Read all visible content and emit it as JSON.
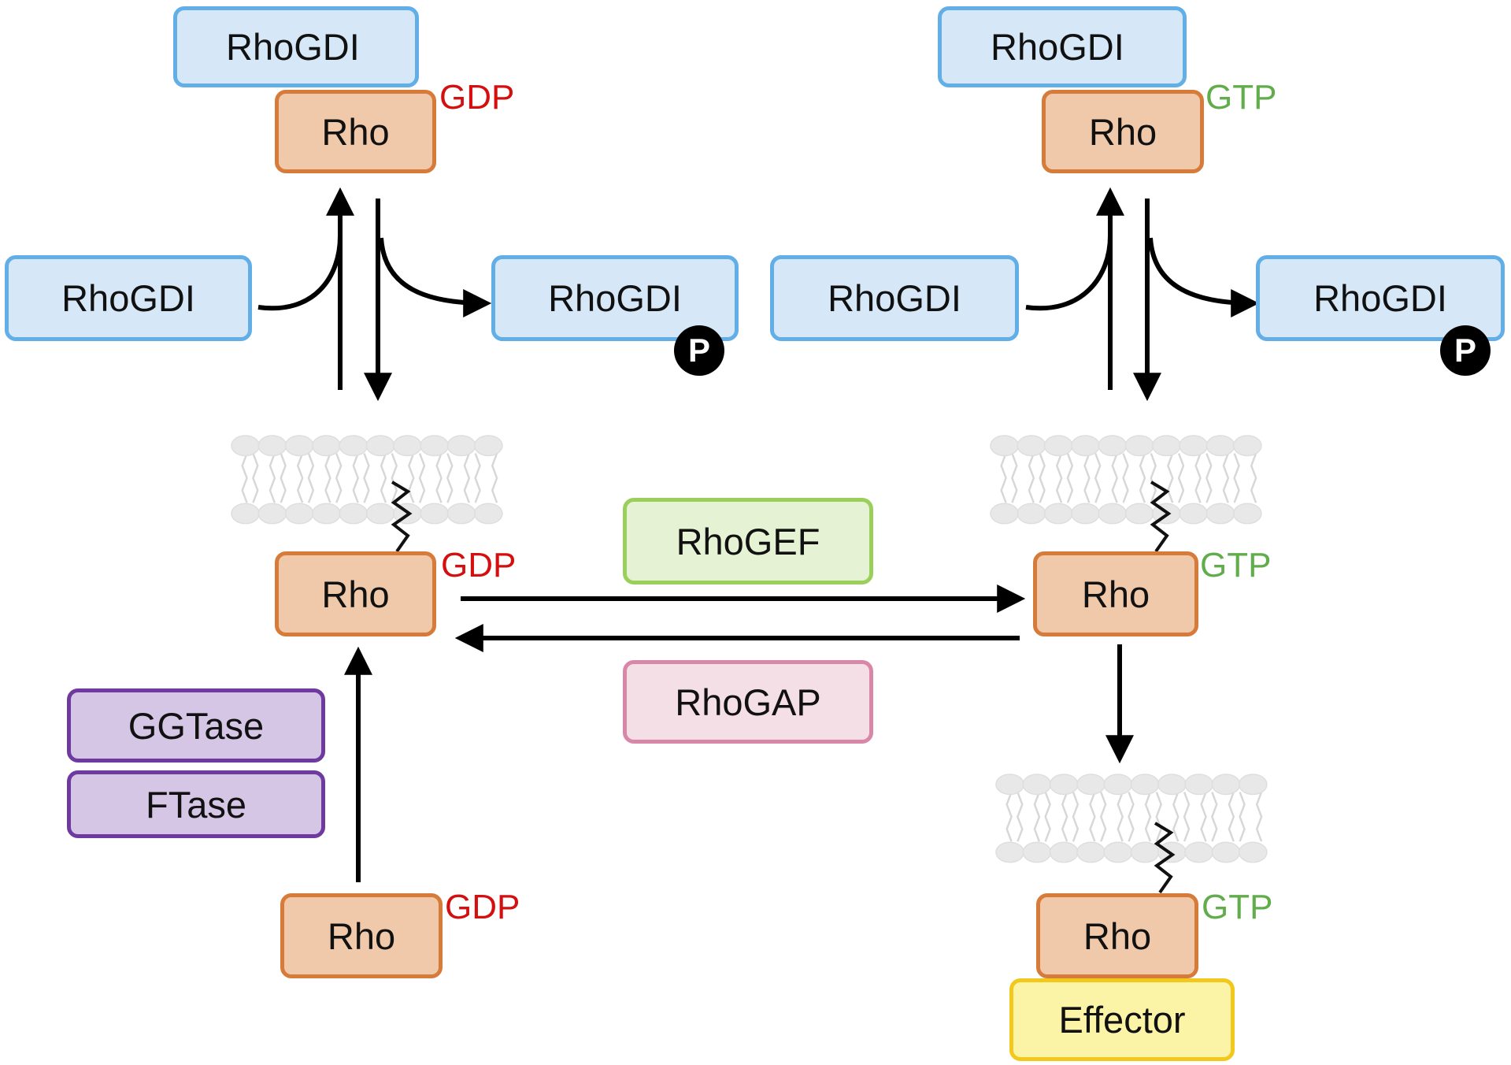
{
  "colors": {
    "gdp": "#d40f0f",
    "gtp": "#62ad4b",
    "arrow": "#000000",
    "membrane": "#dcdcdc"
  },
  "labels": {
    "rhogdi": "RhoGDI",
    "rho": "Rho",
    "gdp": "GDP",
    "gtp": "GTP",
    "phospho": "P",
    "rhogef": "RhoGEF",
    "rhogap": "RhoGAP",
    "ggtase": "GGTase",
    "ftase": "FTase",
    "effector": "Effector"
  },
  "icons": [
    "lipid-bilayer-membrane",
    "prenyl-anchor-zigzag",
    "phosphate-circle",
    "reaction-arrow"
  ]
}
